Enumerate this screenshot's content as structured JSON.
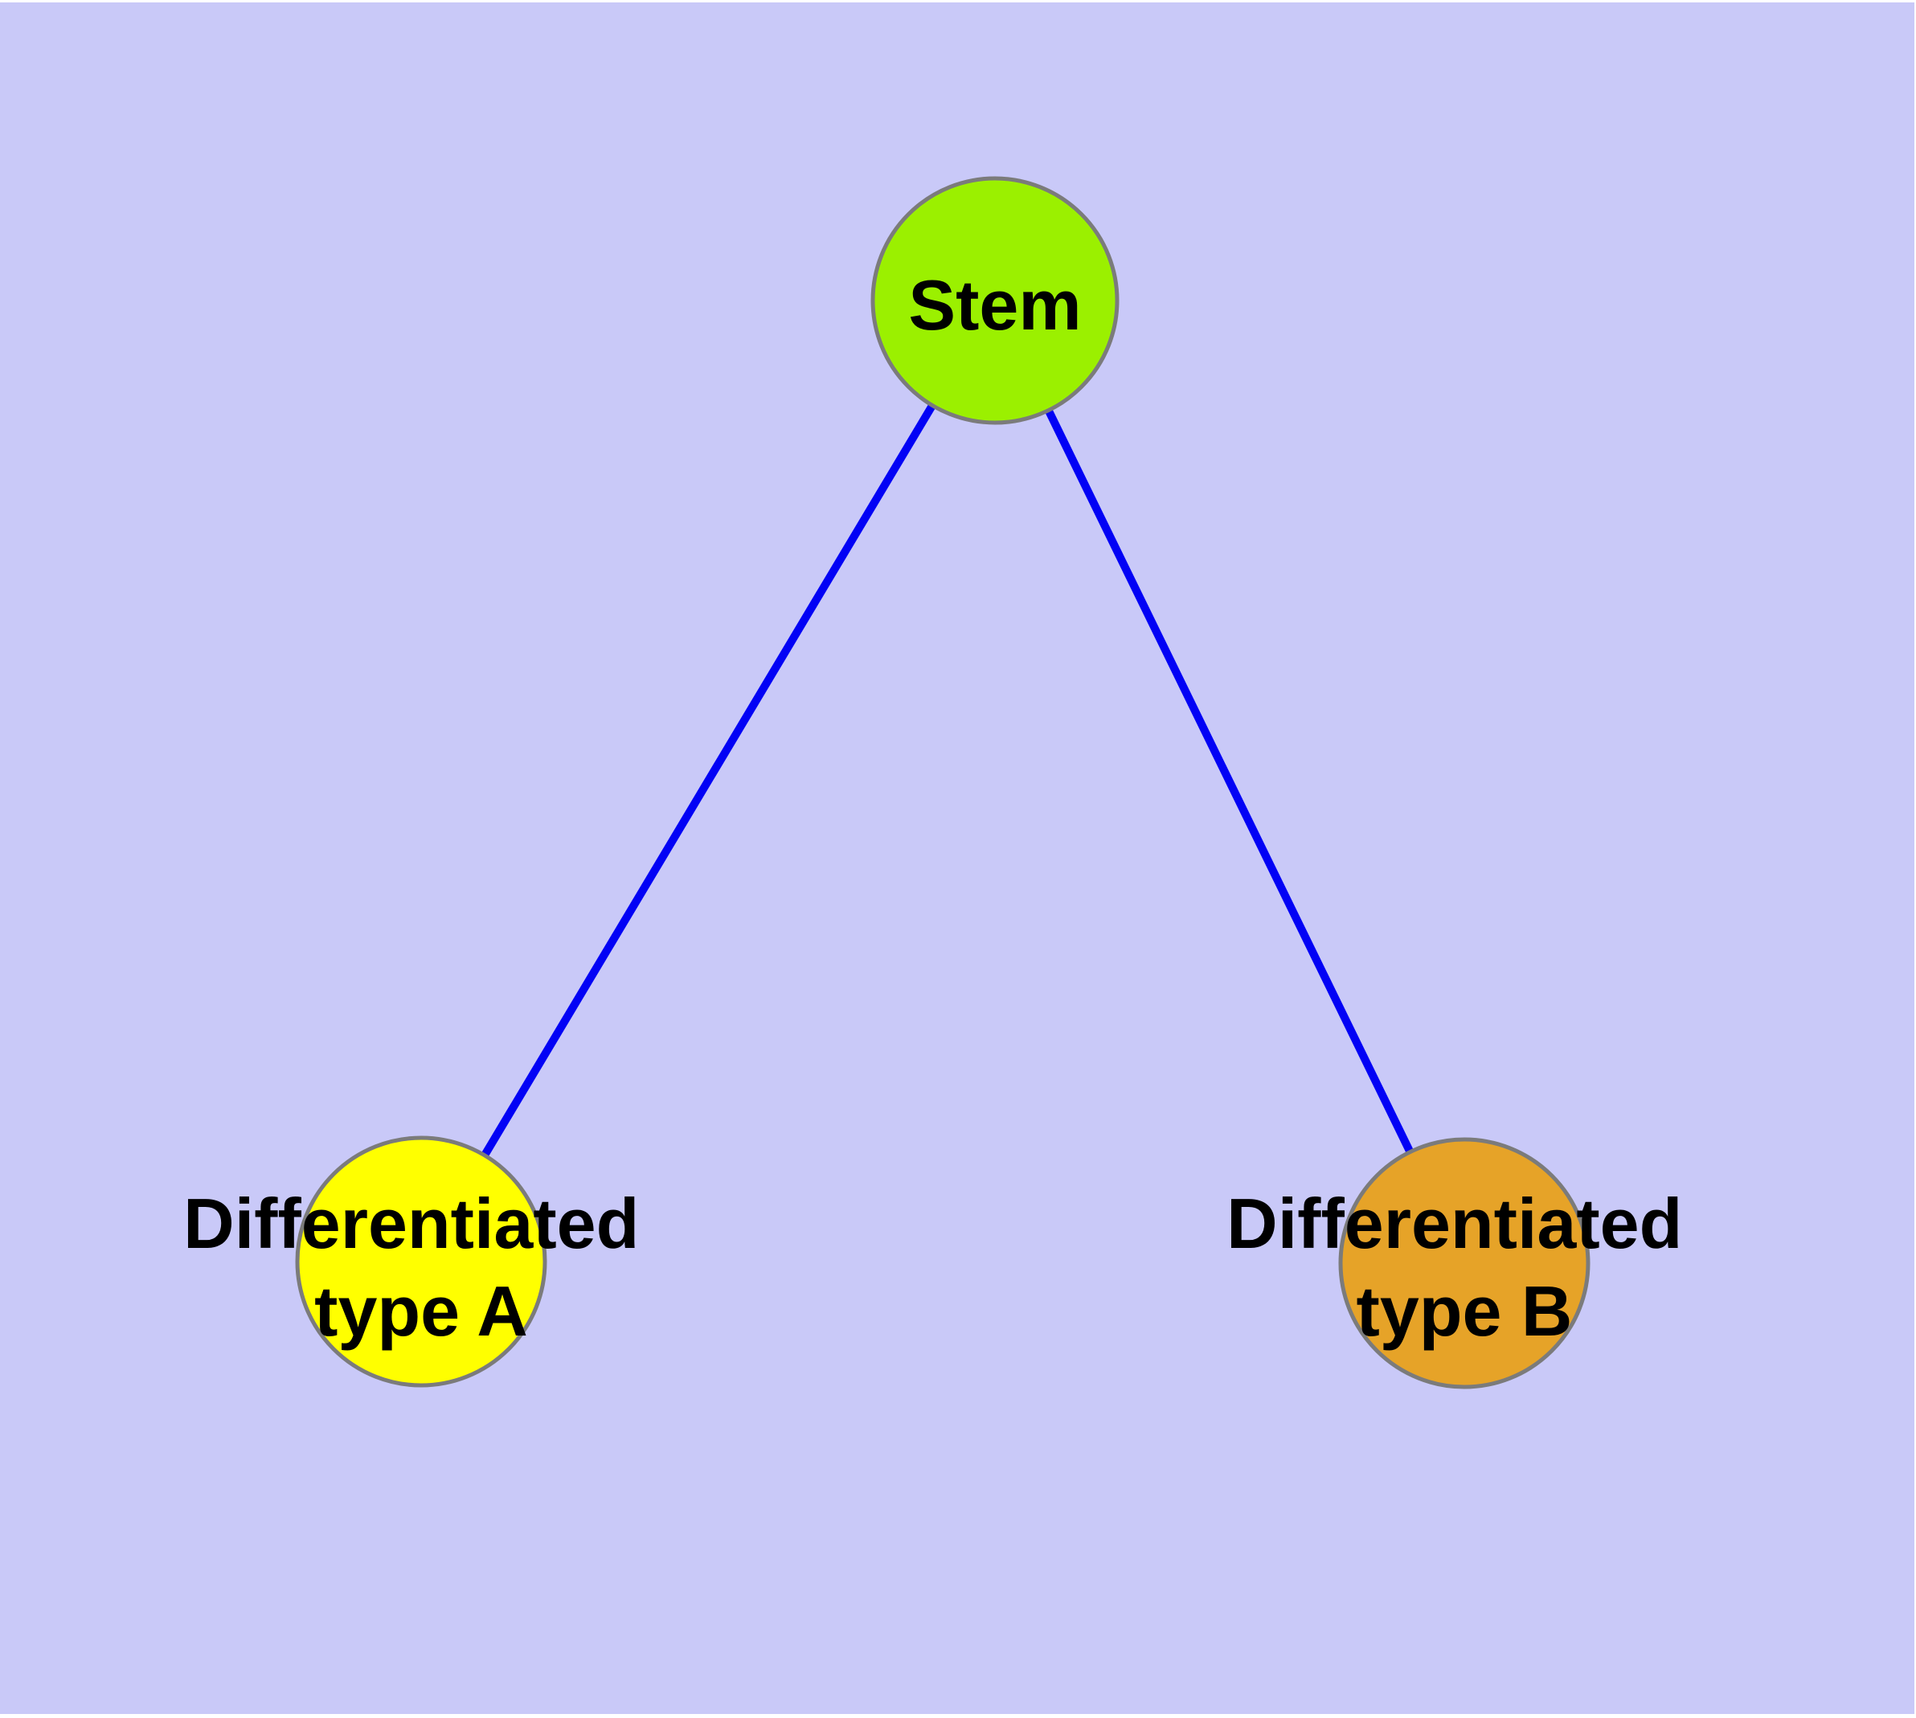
{
  "canvas": {
    "background_color": "#C9C9F8",
    "margin_color": "#FFFFFF"
  },
  "style": {
    "node_border_color": "#7B7B7B",
    "edge_color": "#0202F5",
    "label_color": "#000000"
  },
  "graph": {
    "type": "node-link-diagram",
    "nodes": [
      {
        "id": "stem",
        "label": "Stem",
        "fill": "#9BF000"
      },
      {
        "id": "differentiated-type-a",
        "label": "Differentiated type A",
        "label_line1": "Differentiated",
        "label_line2": "type A",
        "fill": "#FFFF00"
      },
      {
        "id": "differentiated-type-b",
        "label": "Differentiated type B",
        "label_line1": "Differentiated",
        "label_line2": "type B",
        "fill": "#E6A328"
      }
    ],
    "edges": [
      {
        "from": "Stem",
        "to": "Differentiated type A"
      },
      {
        "from": "Stem",
        "to": "Differentiated type B"
      }
    ]
  }
}
